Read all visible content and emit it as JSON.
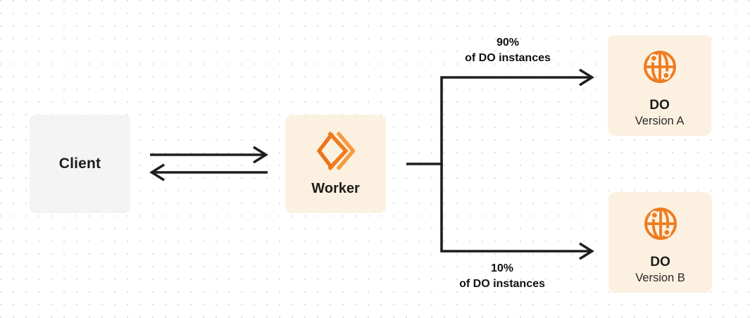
{
  "colors": {
    "accent_orange": "#ee7c1f",
    "accent_orange_light": "#f49b42",
    "node_cream_bg": "#fcf1e1",
    "node_gray_bg": "#f4f4f5",
    "line_dark": "#1f1e1e",
    "dot_grid": "#e0e0e2",
    "canvas_bg": "#ffffff"
  },
  "nodes": {
    "client": {
      "label": "Client"
    },
    "worker": {
      "label": "Worker",
      "icon": "workers-chevrons-icon"
    },
    "do_version_a": {
      "title": "DO",
      "subtitle": "Version A",
      "icon": "globe-icon"
    },
    "do_version_b": {
      "title": "DO",
      "subtitle": "Version B",
      "icon": "globe-icon"
    }
  },
  "edges": {
    "client_worker": {
      "type": "bidirectional-arrows"
    },
    "top_branch": {
      "label_line1": "90%",
      "label_line2": "of DO instances"
    },
    "bottom_branch": {
      "label_line1": "10%",
      "label_line2": "of DO instances"
    }
  }
}
